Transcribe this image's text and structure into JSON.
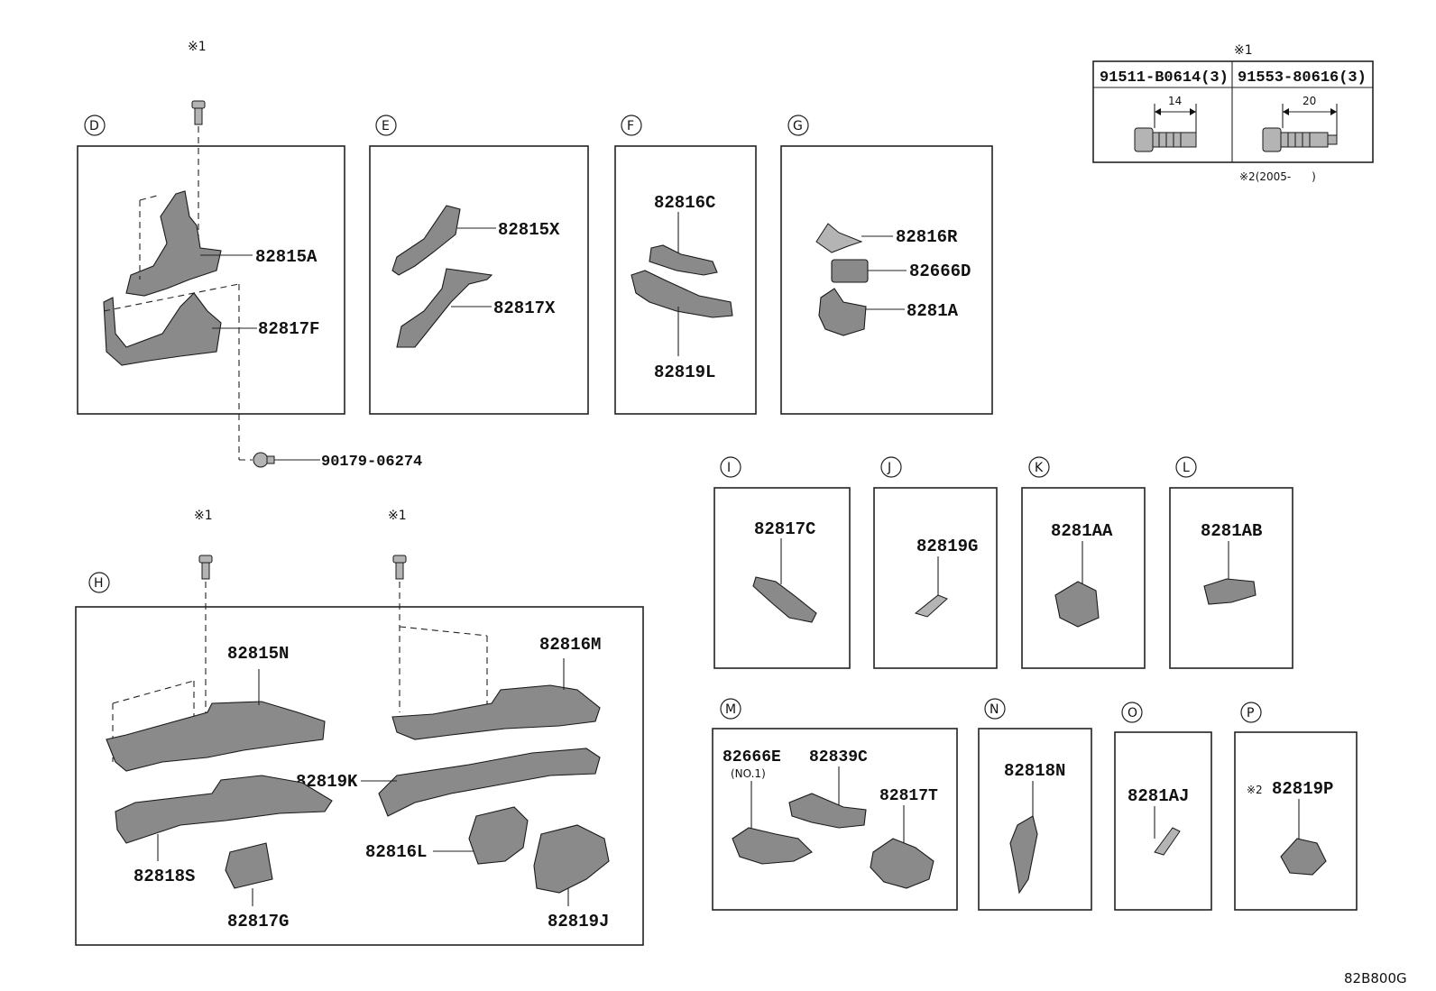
{
  "figure_code": "82B800G",
  "note_mark_1": "※1",
  "note_mark_2": "※2",
  "bolt_table": {
    "header_mark": "※1",
    "col1": {
      "part": "91511-B0614(3)",
      "dim": "14"
    },
    "col2": {
      "part": "91553-80616(3)",
      "dim": "20"
    },
    "footnote": "※2(2005-      )"
  },
  "loose_part": "90179-06274",
  "groups": [
    {
      "id": "D",
      "parts": [
        "82815A",
        "82817F"
      ]
    },
    {
      "id": "E",
      "parts": [
        "82815X",
        "82817X"
      ]
    },
    {
      "id": "F",
      "parts": [
        "82816C",
        "82819L"
      ]
    },
    {
      "id": "G",
      "parts": [
        "82816R",
        "82666D",
        "8281A"
      ]
    },
    {
      "id": "H",
      "parts": [
        "82815N",
        "82816M",
        "82819K",
        "82818S",
        "82817G",
        "82816L",
        "82819J"
      ]
    },
    {
      "id": "I",
      "parts": [
        "82817C"
      ]
    },
    {
      "id": "J",
      "parts": [
        "82819G"
      ]
    },
    {
      "id": "K",
      "parts": [
        "8281AA"
      ]
    },
    {
      "id": "L",
      "parts": [
        "8281AB"
      ]
    },
    {
      "id": "M",
      "parts": [
        "82666E",
        "82839C",
        "82817T"
      ],
      "sub_note": "(NO.1)"
    },
    {
      "id": "N",
      "parts": [
        "82818N"
      ]
    },
    {
      "id": "O",
      "parts": [
        "8281AJ"
      ]
    },
    {
      "id": "P",
      "parts": [
        "82819P"
      ]
    }
  ]
}
